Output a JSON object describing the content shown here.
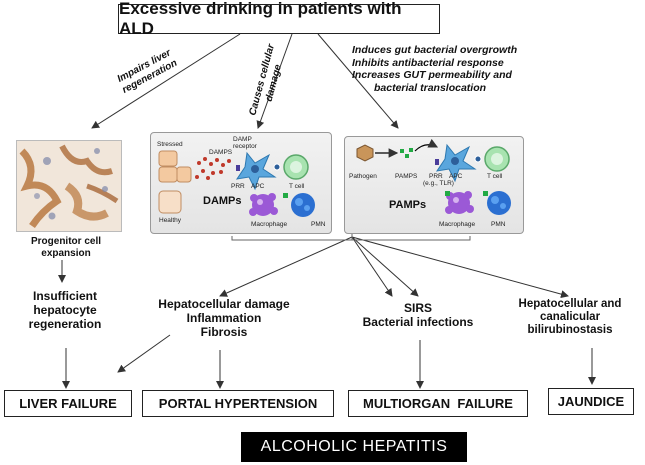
{
  "title": "Excessive drinking in patients with ALD",
  "arrow_labels": {
    "regeneration": "Impairs liver regeneration",
    "damage": "Causes cellular damage",
    "gut": [
      "Induces gut bacterial overgrowth",
      "Inhibits antibacterial response",
      "Increases GUT permeability and",
      "bacterial translocation"
    ]
  },
  "progenitor": "Progenitor cell expansion",
  "damps_panel": {
    "stressed": "Stressed",
    "healthy": "Healthy",
    "damps_small": "DAMPS",
    "damp_receptor": "DAMP receptor",
    "prr": "PRR",
    "apc": "APC",
    "tcell": "T cell",
    "heading": "DAMPs",
    "macrophage": "Macrophage",
    "pmn": "PMN"
  },
  "pamps_panel": {
    "pathogen": "Pathogen",
    "pamps_small": "PAMPS",
    "prr": "PRR",
    "prr_sub": "(e.g., TLR)",
    "apc": "APC",
    "tcell": "T cell",
    "heading": "PAMPs",
    "macrophage": "Macrophage",
    "pmn": "PMN"
  },
  "effects": {
    "insufficient": "Insufficient hepatocyte regeneration",
    "hepatocellular": [
      "Hepatocellular damage",
      "Inflammation",
      "Fibrosis"
    ],
    "sirs": [
      "SIRS",
      "Bacterial infections"
    ],
    "cholestasis": [
      "Hepatocellular and",
      "canalicular",
      "bilirubinostasis"
    ]
  },
  "outcomes": {
    "liver_failure": "LIVER FAILURE",
    "portal": "PORTAL HYPERTENSION",
    "multiorgan": "MULTIORGAN  FAILURE",
    "jaundice": "JAUNDICE"
  },
  "banner": "ALCOHOLIC HEPATITIS",
  "colors": {
    "apc": "#5aa6dd",
    "tcell": "#a8e3b0",
    "macrophage": "#9b59d6",
    "pmn": "#2b6fd1",
    "damps_dots": "#c0392b",
    "hepatocyte": "#f3c9a0"
  }
}
